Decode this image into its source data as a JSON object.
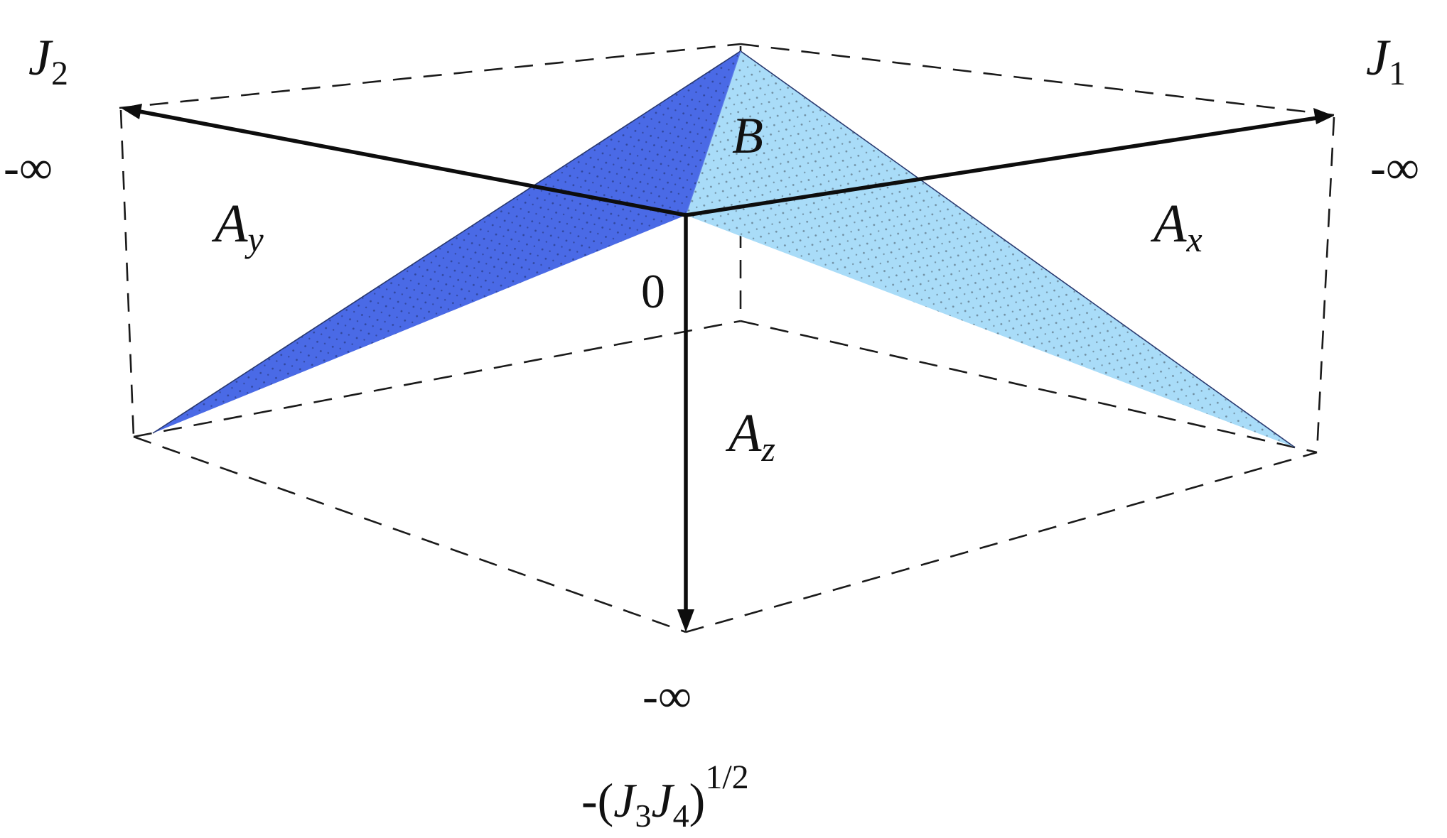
{
  "axes": {
    "j2": {
      "name": "J",
      "sub": "2",
      "limit": "-∞"
    },
    "j1": {
      "name": "J",
      "sub": "1",
      "limit": "-∞"
    },
    "vertical": {
      "limit": "-∞",
      "label_prefix": "-(",
      "label_var1": "J",
      "label_sub1": "3",
      "label_var2": "J",
      "label_sub2": "4",
      "label_close": ")",
      "label_exp": "1/2"
    }
  },
  "origin_label": "0",
  "regions": {
    "ay": {
      "name": "A",
      "sub": "y"
    },
    "ax": {
      "name": "A",
      "sub": "x"
    },
    "az": {
      "name": "A",
      "sub": "z"
    },
    "b": {
      "name": "B"
    }
  },
  "colors": {
    "region_ay_fill": "#3f5ee0",
    "region_ax_fill": "#a9dcf8",
    "axis": "#0d0d0d"
  }
}
